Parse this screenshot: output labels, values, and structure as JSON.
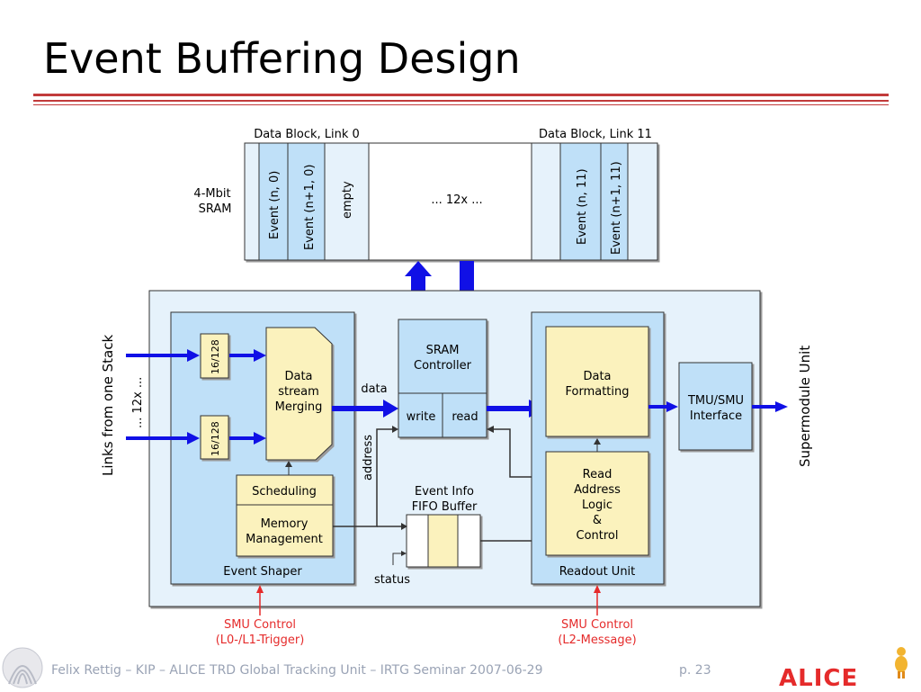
{
  "slide": {
    "title": "Event Buffering Design",
    "footer": "Felix Rettig – KIP – ALICE TRD Global Tracking Unit – IRTG Seminar 2007-06-29",
    "page": "p. 23",
    "logo_text": "ALICE"
  },
  "sram": {
    "label_line1": "4-Mbit",
    "label_line2": "SRAM",
    "block0_label": "Data Block, Link 0",
    "block11_label": "Data Block, Link 11",
    "ev_n0": "Event (n, 0)",
    "ev_n1_0": "Event (n+1, 0)",
    "empty": "empty",
    "repeat": "... 12x ...",
    "ev_n11": "Event (n, 11)",
    "ev_n1_11": "Event (n+1, 11)"
  },
  "links": {
    "label": "Links from one Stack",
    "repeat": "... 12x ...",
    "width1": "16/128",
    "width2": "16/128"
  },
  "event_shaper": {
    "label": "Event Shaper",
    "merge_line1": "Data",
    "merge_line2": "stream",
    "merge_line3": "Merging",
    "scheduling": "Scheduling",
    "memory_line1": "Memory",
    "memory_line2": "Management"
  },
  "sram_controller": {
    "line1": "SRAM",
    "line2": "Controller",
    "write": "write",
    "read": "read"
  },
  "signals": {
    "data": "data",
    "address": "address",
    "status": "status"
  },
  "fifo": {
    "line1": "Event Info",
    "line2": "FIFO Buffer"
  },
  "readout": {
    "label": "Readout Unit",
    "format_line1": "Data",
    "format_line2": "Formatting",
    "ral_line1": "Read",
    "ral_line2": "Address",
    "ral_line3": "Logic",
    "ral_line4": "&",
    "ral_line5": "Control"
  },
  "tmu": {
    "line1": "TMU/SMU",
    "line2": "Interface"
  },
  "supermodule": "Supermodule Unit",
  "smu_left": {
    "line1": "SMU Control",
    "line2": "(L0-/L1-Trigger)"
  },
  "smu_right": {
    "line1": "SMU Control",
    "line2": "(L2-Message)"
  },
  "colors": {
    "block_blue": "#bfe0f8",
    "light_bg": "#e6f2fb",
    "yellow": "#fbf2bd",
    "arrow_blue": "#1010e6",
    "red": "#e52b2b"
  }
}
